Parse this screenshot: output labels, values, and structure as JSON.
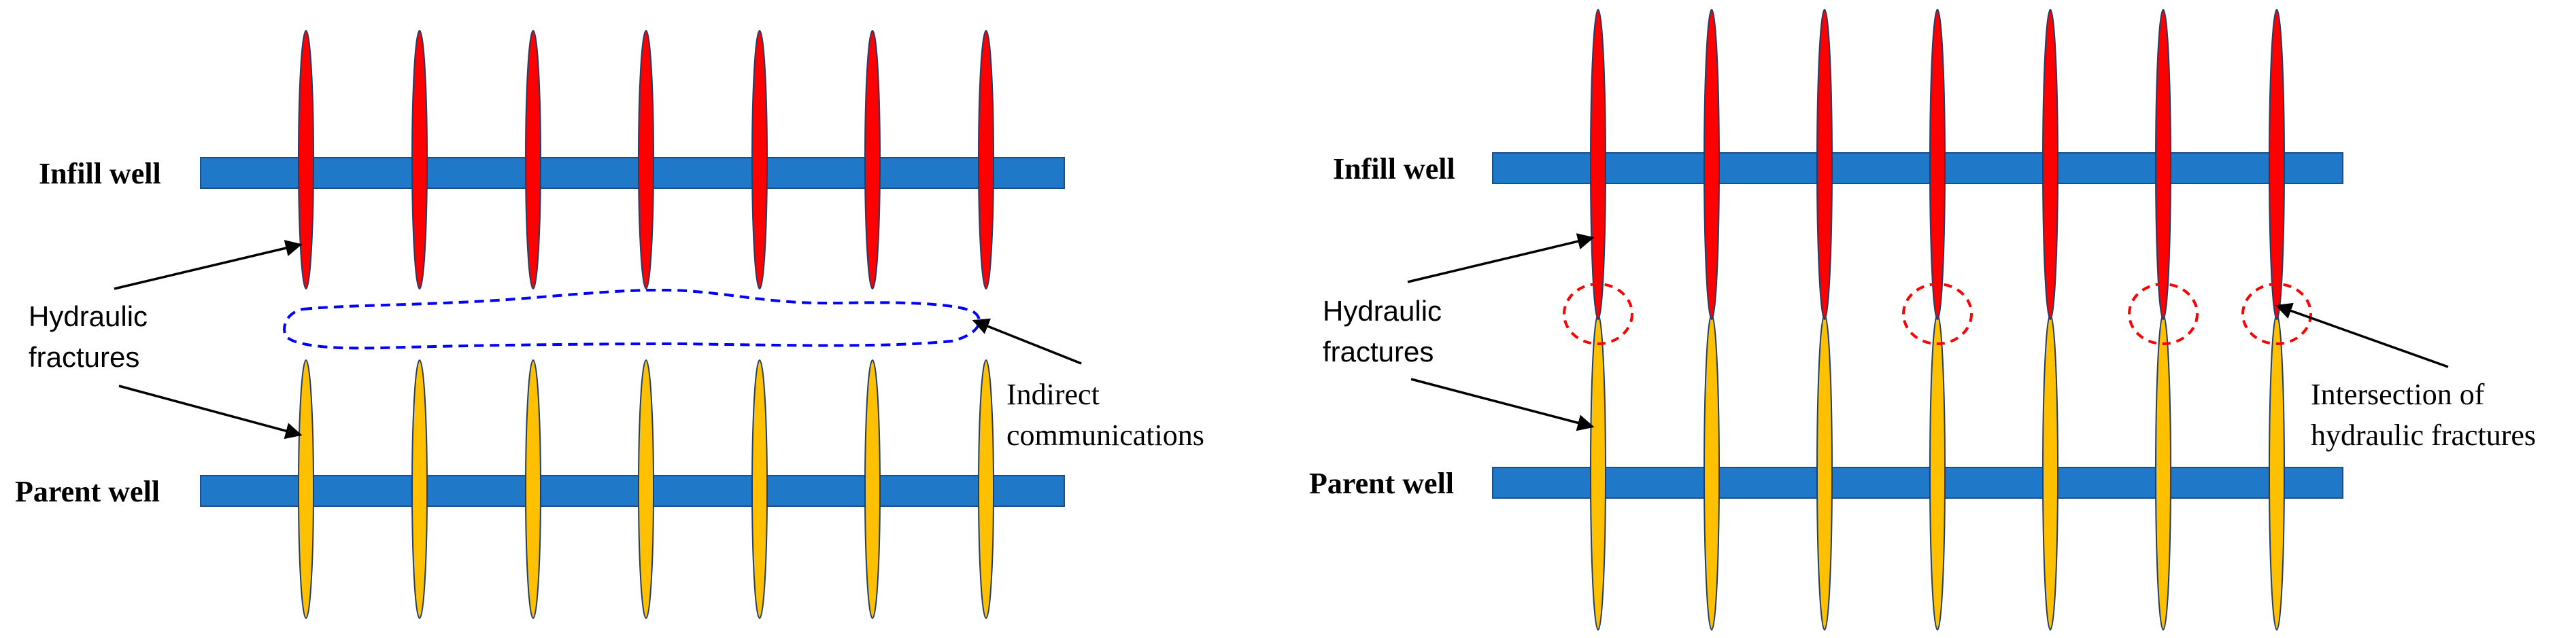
{
  "colors": {
    "well": "#1f78c8",
    "well_stroke": "#1a4f8a",
    "infill_fracture": "#ff0000",
    "parent_fracture": "#ffc000",
    "fracture_stroke": "#1f3f6a",
    "indirect_outline": "#0000ff",
    "intersection_circle": "#ff0000"
  },
  "left_panel": {
    "infill_label": "Infill well",
    "parent_label": "Parent well",
    "fractures_label": [
      "Hydraulic",
      "fractures"
    ],
    "indirect_label": [
      "Indirect",
      "communications"
    ],
    "fracture_count": 7
  },
  "right_panel": {
    "infill_label": "Infill well",
    "parent_label": "Parent well",
    "fractures_label": [
      "Hydraulic",
      "fractures"
    ],
    "intersection_label": [
      "Intersection of",
      "hydraulic fractures"
    ],
    "fracture_count": 7,
    "intersections_marked": [
      1,
      4,
      6,
      7
    ]
  }
}
